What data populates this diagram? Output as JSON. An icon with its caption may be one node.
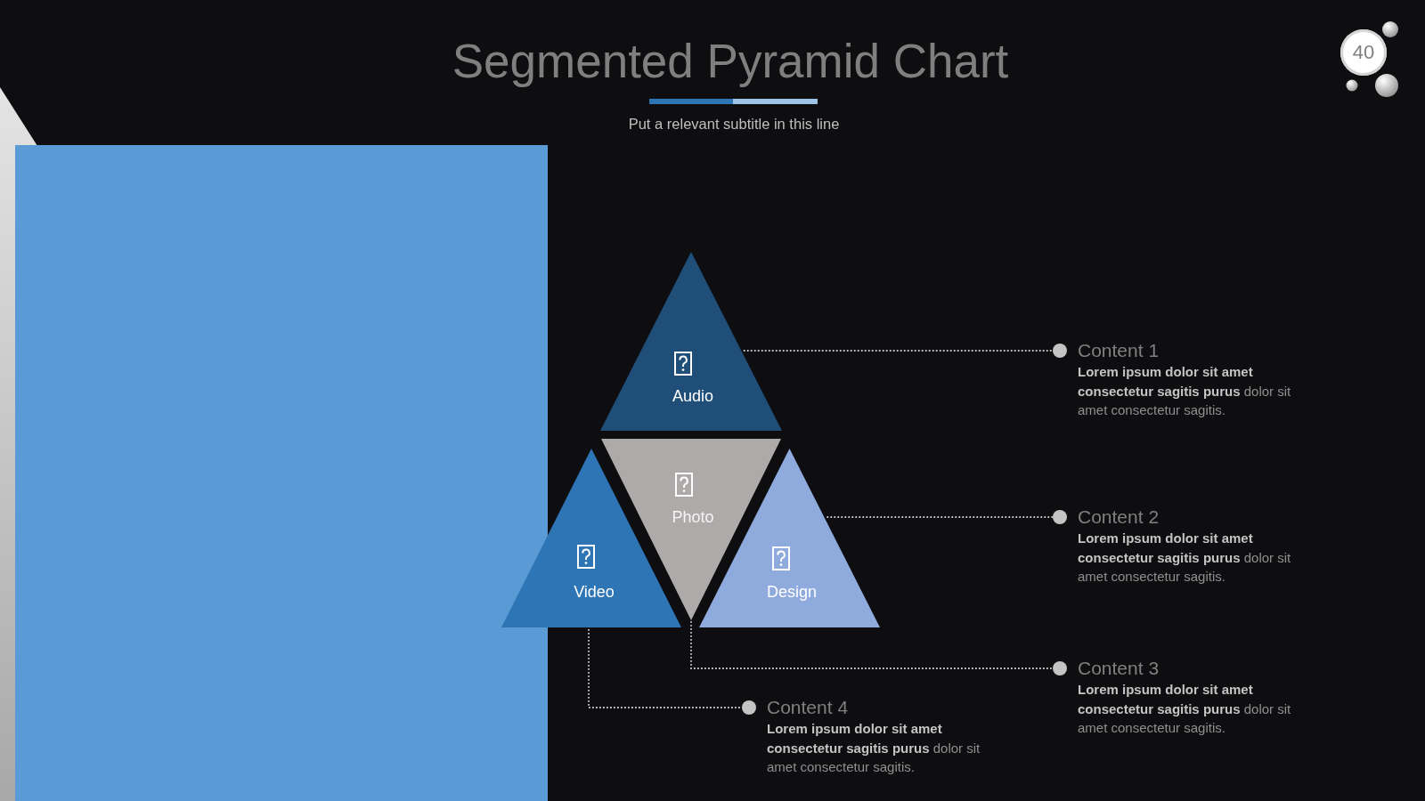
{
  "diagram": {
    "title": "Segmented Pyramid Chart",
    "nodes": [
      {
        "text": [
          "40"
        ]
      },
      {
        "text": [
          "Audio"
        ]
      },
      {
        "text": [
          "Video"
        ]
      },
      {
        "text": [
          "Photo"
        ]
      },
      {
        "text": [
          "Design"
        ]
      },
      {
        "text": [
          "Content 1",
          "**Lorem ipsum dolor sit amet consectetur sagitis purus** dolor sit amet consectetur sagitis."
        ]
      },
      {
        "text": [
          "Content 2",
          "**Lorem ipsum dolor sit amet consectetur sagitis purus** dolor sit amet consectetur sagitis."
        ]
      },
      {
        "text": [
          "Content 3",
          "**Lorem ipsum dolor sit amet consectetur sagitis purus** dolor sit amet consectetur sagitis."
        ]
      },
      {
        "text": [
          "Content 4",
          "**Lorem ipsum dolor sit amet consectetur sagitis purus** dolor sit amet consectetur sagitis."
        ]
      }
    ],
    "edges": [
      {
        "from": 1,
        "to": 5,
        "arrow": "other"
      },
      {
        "from": 4,
        "to": 6,
        "arrow": "other"
      },
      {
        "from": 3,
        "to": 7,
        "arrow": "other"
      },
      {
        "from": 2,
        "to": 8,
        "arrow": "other"
      }
    ],
    "labels": [
      "Put a relevant subtitle in this line"
    ]
  }
}
